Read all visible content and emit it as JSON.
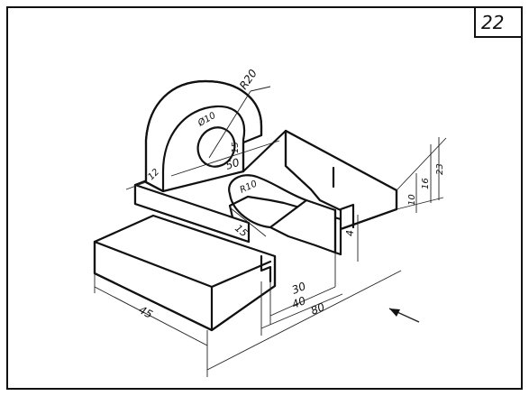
{
  "sheet": {
    "number": "22"
  },
  "dimensions": {
    "r20": "R20",
    "d10": "Ø10",
    "h15_boss": "15",
    "w12": "12",
    "l50": "50",
    "r10": "R10",
    "w15": "15",
    "h4": "4",
    "h10": "10",
    "h16": "16",
    "h23": "23",
    "l30": "30",
    "l40": "40",
    "l80": "80",
    "l45": "45"
  }
}
